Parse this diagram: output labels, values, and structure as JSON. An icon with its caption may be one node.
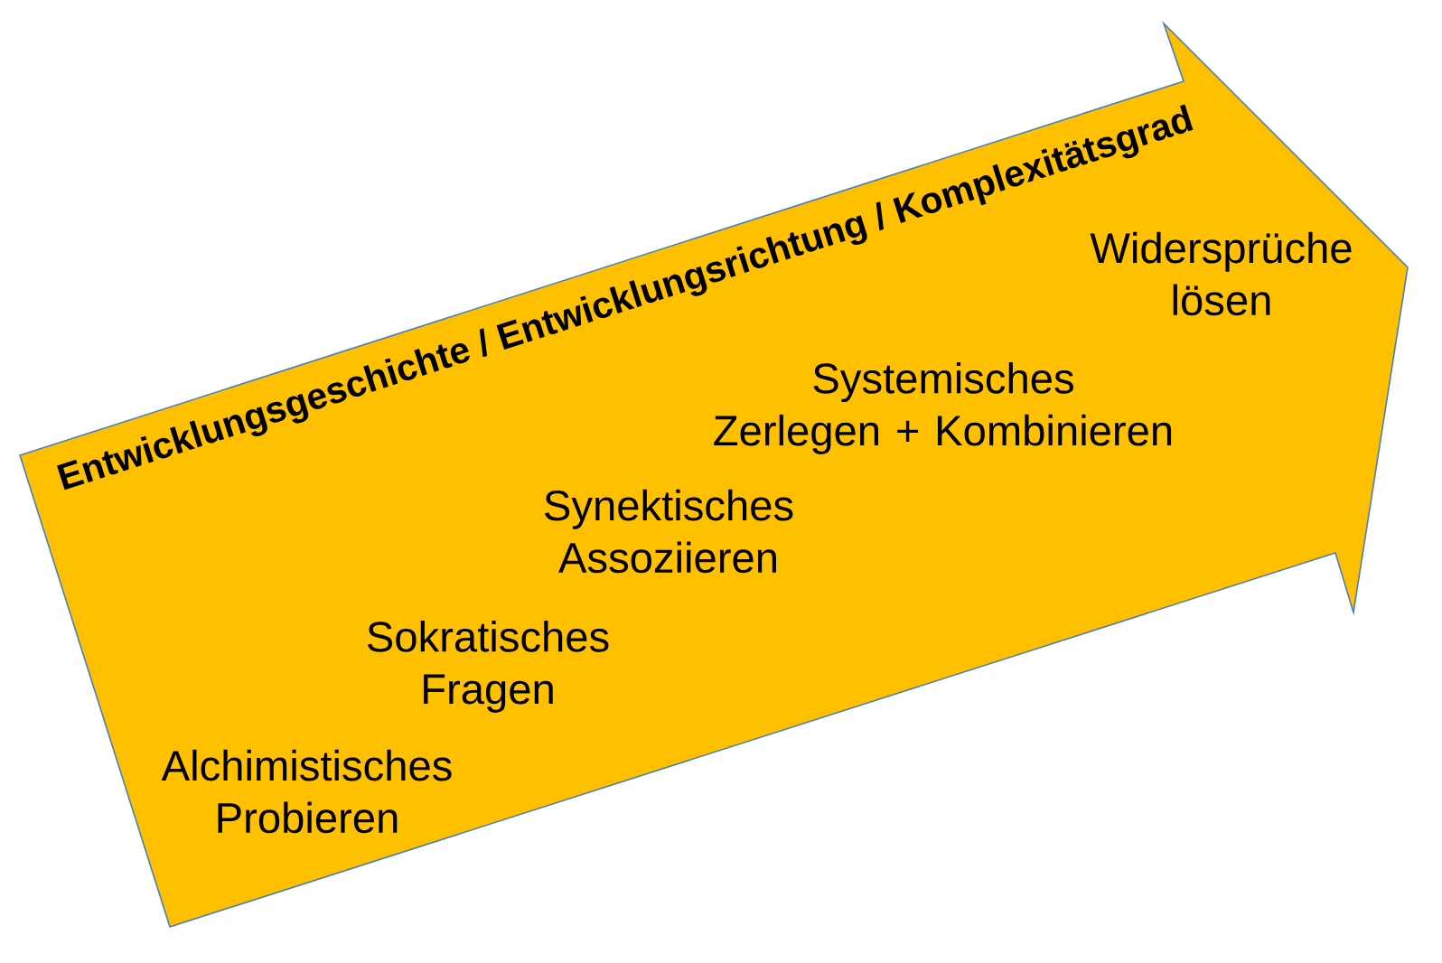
{
  "diagram": {
    "nodes": [
      {
        "text": [
          "Entwicklungsgeschichte / Entwicklungsrichtung / Komplexitätsgrad",
          "Alchimistisches Probieren",
          "Sokratisches Fragen",
          "Synektisches Assoziieren",
          "Systemisches Zerlegen + Kombinieren",
          "Widersprüche lösen"
        ]
      }
    ]
  }
}
